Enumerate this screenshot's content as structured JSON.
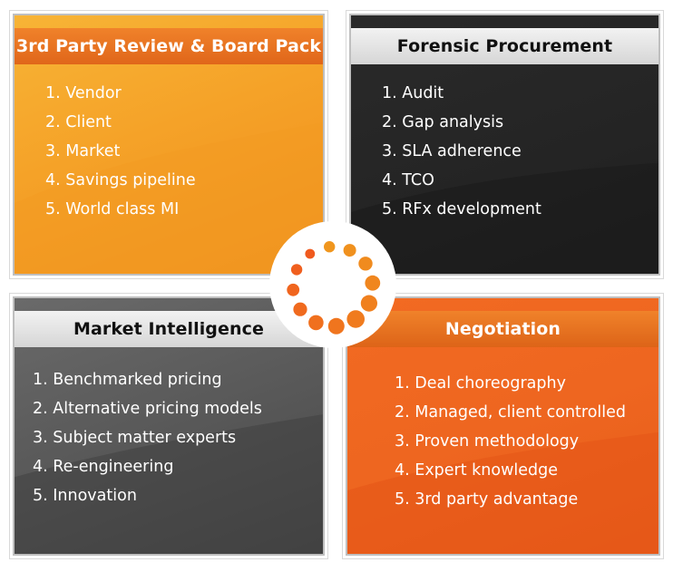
{
  "quadrants": {
    "top_left": {
      "title": "3rd Party Review & Board Pack",
      "items": [
        "1. Vendor",
        "2. Client",
        "3. Market",
        "4. Savings pipeline",
        "5. World class MI"
      ]
    },
    "top_right": {
      "title": "Forensic Procurement",
      "items": [
        "1. Audit",
        "2. Gap analysis",
        "3. SLA adherence",
        "4. TCO",
        "5. RFx development"
      ]
    },
    "bottom_left": {
      "title": "Market Intelligence",
      "items": [
        "1. Benchmarked pricing",
        "2. Alternative pricing models",
        "3. Subject matter experts",
        "4. Re-engineering",
        "5. Innovation"
      ]
    },
    "bottom_right": {
      "title": "Negotiation",
      "items": [
        "1. Deal choreography",
        "2. Managed, client controlled",
        "3. Proven methodology",
        "4. Expert knowledge",
        "5. 3rd party advantage"
      ]
    }
  },
  "colors": {
    "orange_light": "#f5a228",
    "orange_dark": "#ee6620",
    "charcoal": "#242424",
    "grey": "#575757",
    "band_light": "#e0e0e0"
  }
}
